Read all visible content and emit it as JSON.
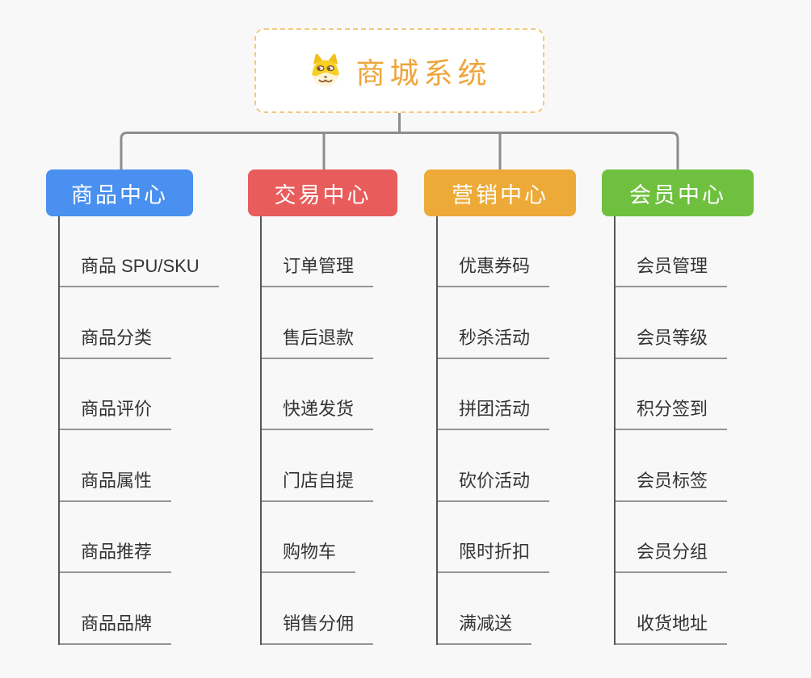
{
  "page": {
    "background": "#f8f8f8",
    "connector_color": "#8d8d8d",
    "underline_color": "#949494",
    "topic_text_color": "#333333"
  },
  "root": {
    "title": "商城系统",
    "icon": "doge-face-icon",
    "title_color": "#eea53b",
    "border_color": "#f3c87e"
  },
  "branches": [
    {
      "label": "商品中心",
      "color": "#4a90f0",
      "items": [
        "商品 SPU/SKU",
        "商品分类",
        "商品评价",
        "商品属性",
        "商品推荐",
        "商品品牌"
      ]
    },
    {
      "label": "交易中心",
      "color": "#e85c5c",
      "items": [
        "订单管理",
        "售后退款",
        "快递发货",
        "门店自提",
        "购物车",
        "销售分佣"
      ]
    },
    {
      "label": "营销中心",
      "color": "#edaa38",
      "items": [
        "优惠券码",
        "秒杀活动",
        "拼团活动",
        "砍价活动",
        "限时折扣",
        "满减送"
      ]
    },
    {
      "label": "会员中心",
      "color": "#6fc03f",
      "items": [
        "会员管理",
        "会员等级",
        "积分签到",
        "会员标签",
        "会员分组",
        "收货地址"
      ]
    }
  ]
}
